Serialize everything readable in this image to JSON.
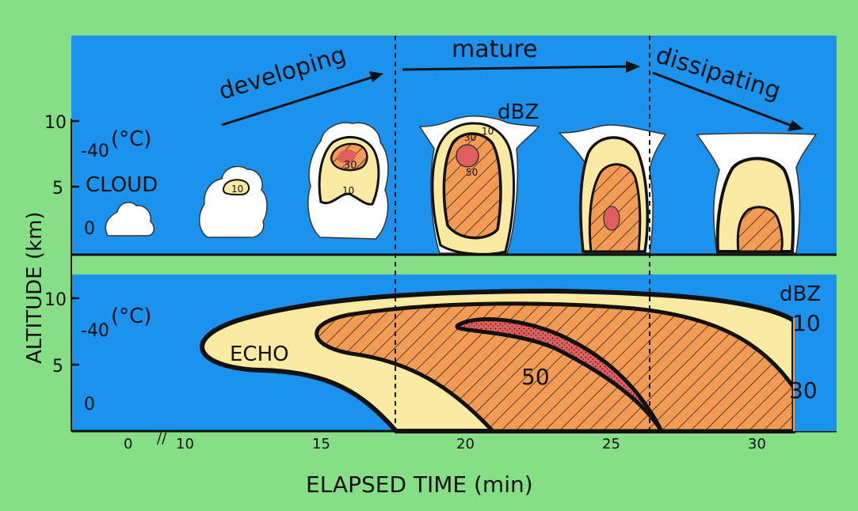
{
  "colors": {
    "frame": "#86df86",
    "panel_bg": "#1a92ee",
    "echo_10": "#fbeaa2",
    "echo_30": "#f29b55",
    "echo_50": "#df5f5e",
    "cloud": "#ffffff",
    "ink": "#111111"
  },
  "stages": {
    "developing": "developing",
    "mature": "mature",
    "dissipating": "dissipating"
  },
  "top_panel": {
    "temp_unit": "(°C)",
    "cloud_label": "CLOUD",
    "dbz_label": "dBZ",
    "temp_ticks": [
      "-40",
      "0"
    ],
    "alt_ticks": [
      "10",
      "5"
    ],
    "contour_labels": [
      "10",
      "30",
      "10",
      "10",
      "30",
      "50"
    ]
  },
  "bottom_panel": {
    "temp_unit": "(°C)",
    "echo_label": "ECHO",
    "dbz_label": "dBZ",
    "temp_ticks": [
      "-40",
      "0"
    ],
    "alt_ticks": [
      "10",
      "5"
    ],
    "contour_labels": [
      "10",
      "30",
      "50"
    ]
  },
  "axes": {
    "ylabel": "ALTITUDE (km)",
    "xlabel": "ELAPSED TIME (min)",
    "x_ticks": [
      "0",
      "10",
      "15",
      "20",
      "25",
      "30"
    ]
  }
}
